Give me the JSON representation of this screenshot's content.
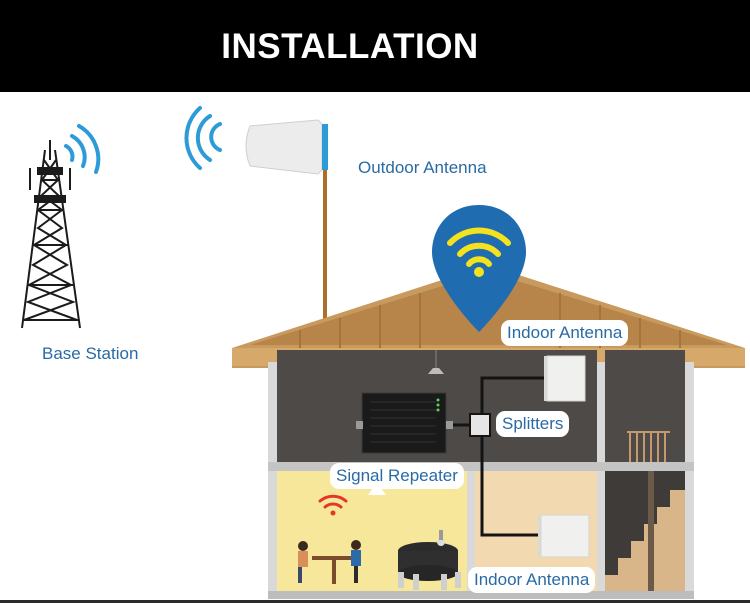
{
  "header": {
    "title": "INSTALLATION"
  },
  "labels": {
    "outdoor_antenna": "Outdoor Antenna",
    "base_station": "Base Station",
    "indoor_antenna_top": "Indoor Antenna",
    "splitters": "Splitters",
    "signal_repeater": "Signal Repeater",
    "indoor_antenna_bottom": "Indoor Antenna"
  },
  "colors": {
    "header_bg": "#000000",
    "label_text": "#2a6aa4",
    "signal_blue": "#2d9bd8",
    "wifi_pin": "#1f6cb0",
    "wifi_waves": "#f4e21e",
    "roof": "#c99a5e",
    "wall_dark": "#4d4a48",
    "room_lit": "#f7e79a",
    "cable": "#141414"
  }
}
